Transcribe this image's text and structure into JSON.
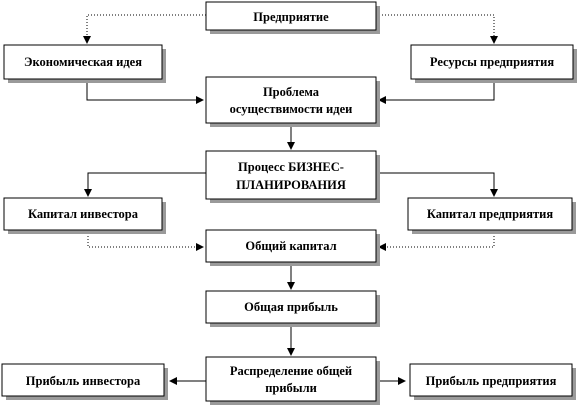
{
  "nodes": {
    "enterprise": "Предприятие",
    "economic_idea": "Экономическая идея",
    "enterprise_resources": "Ресурсы предприятия",
    "feasibility_problem": [
      "Проблема",
      "осуществимости идеи"
    ],
    "business_planning": [
      "Процесс БИЗНЕС-",
      "ПЛАНИРОВАНИЯ"
    ],
    "investor_capital": "Капитал инвестора",
    "enterprise_capital": "Капитал предприятия",
    "total_capital": "Общий капитал",
    "total_profit": "Общая прибыль",
    "profit_distribution": [
      "Распределение общей",
      "прибыли"
    ],
    "investor_profit": "Прибыль инвестора",
    "enterprise_profit": "Прибыль предприятия"
  }
}
